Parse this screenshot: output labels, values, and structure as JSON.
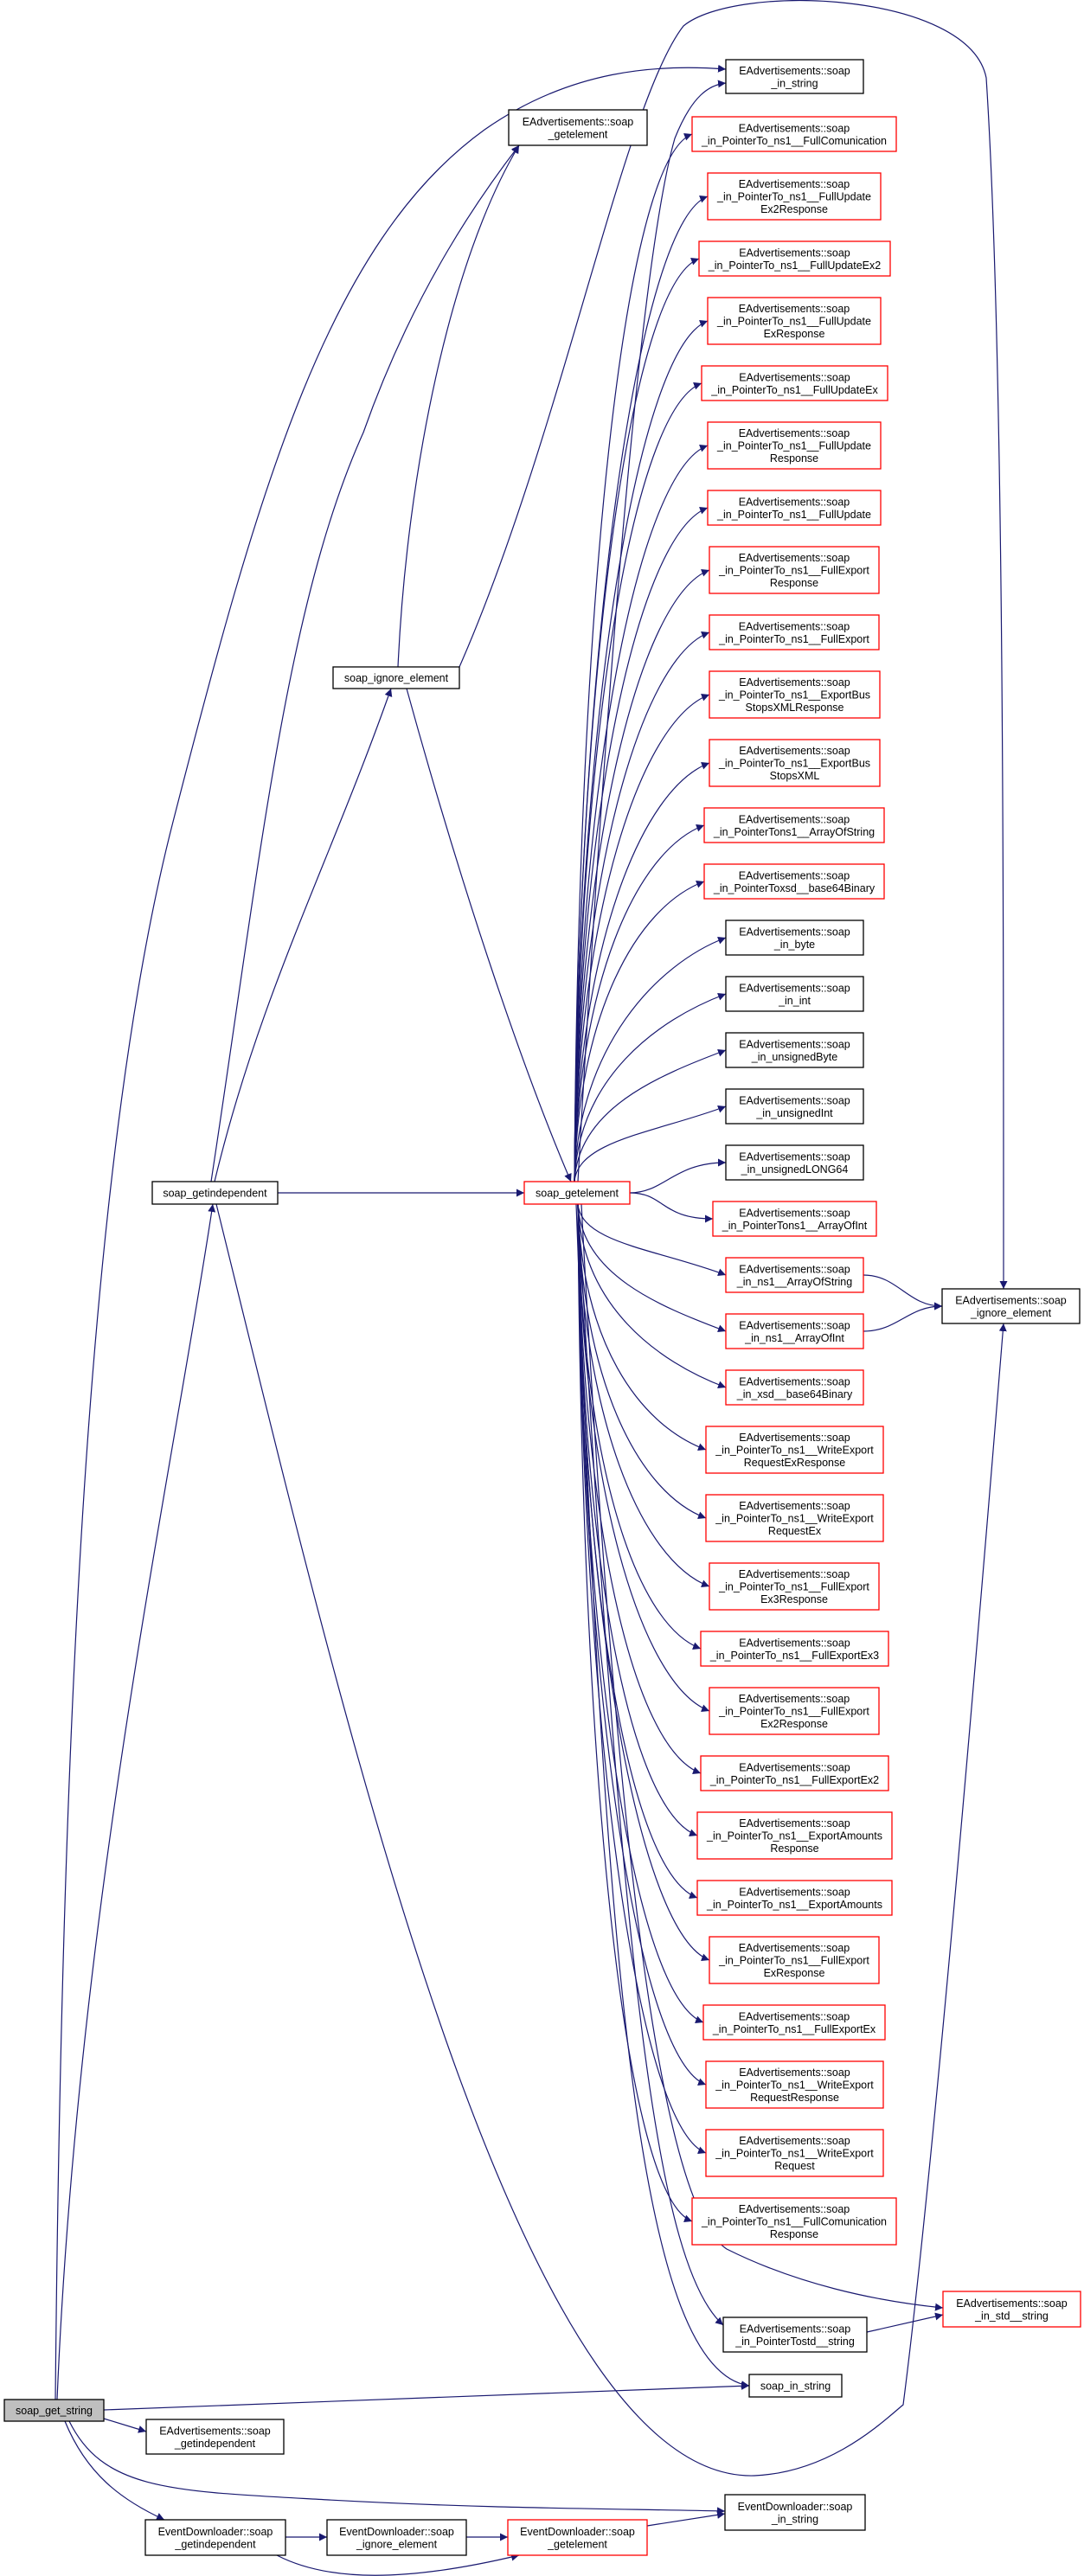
{
  "title": "soap_get_string call graph",
  "colors": {
    "edge": "#191970",
    "node_border": "#000000",
    "truncated_border": "#ff0000",
    "root_fill": "#bfbfbf"
  },
  "nodes": [
    {
      "id": "get_string",
      "lines": [
        "soap_get_string"
      ],
      "style": "root"
    },
    {
      "id": "getindependent",
      "lines": [
        "soap_getindependent"
      ],
      "style": "normal"
    },
    {
      "id": "getelement",
      "lines": [
        "soap_getelement"
      ],
      "style": "truncated"
    },
    {
      "id": "ignore_element",
      "lines": [
        "soap_ignore_element"
      ],
      "style": "normal"
    },
    {
      "id": "ea_getelement",
      "lines": [
        "EAdvertisements::soap",
        "_getelement"
      ],
      "style": "normal"
    },
    {
      "id": "ea_in_string",
      "lines": [
        "EAdvertisements::soap",
        "_in_string"
      ],
      "style": "normal"
    },
    {
      "id": "ea_ignore_element",
      "lines": [
        "EAdvertisements::soap",
        "_ignore_element"
      ],
      "style": "normal"
    },
    {
      "id": "m1",
      "lines": [
        "EAdvertisements::soap",
        "_in_PointerTo_ns1__FullComunication"
      ],
      "style": "truncated"
    },
    {
      "id": "m2",
      "lines": [
        "EAdvertisements::soap",
        "_in_PointerTo_ns1__FullUpdate",
        "Ex2Response"
      ],
      "style": "truncated"
    },
    {
      "id": "m3",
      "lines": [
        "EAdvertisements::soap",
        "_in_PointerTo_ns1__FullUpdateEx2"
      ],
      "style": "truncated"
    },
    {
      "id": "m4",
      "lines": [
        "EAdvertisements::soap",
        "_in_PointerTo_ns1__FullUpdate",
        "ExResponse"
      ],
      "style": "truncated"
    },
    {
      "id": "m5",
      "lines": [
        "EAdvertisements::soap",
        "_in_PointerTo_ns1__FullUpdateEx"
      ],
      "style": "truncated"
    },
    {
      "id": "m6",
      "lines": [
        "EAdvertisements::soap",
        "_in_PointerTo_ns1__FullUpdate",
        "Response"
      ],
      "style": "truncated"
    },
    {
      "id": "m7",
      "lines": [
        "EAdvertisements::soap",
        "_in_PointerTo_ns1__FullUpdate"
      ],
      "style": "truncated"
    },
    {
      "id": "m8",
      "lines": [
        "EAdvertisements::soap",
        "_in_PointerTo_ns1__FullExport",
        "Response"
      ],
      "style": "truncated"
    },
    {
      "id": "m9",
      "lines": [
        "EAdvertisements::soap",
        "_in_PointerTo_ns1__FullExport"
      ],
      "style": "truncated"
    },
    {
      "id": "m10",
      "lines": [
        "EAdvertisements::soap",
        "_in_PointerTo_ns1__ExportBus",
        "StopsXMLResponse"
      ],
      "style": "truncated"
    },
    {
      "id": "m11",
      "lines": [
        "EAdvertisements::soap",
        "_in_PointerTo_ns1__ExportBus",
        "StopsXML"
      ],
      "style": "truncated"
    },
    {
      "id": "m12",
      "lines": [
        "EAdvertisements::soap",
        "_in_PointerTons1__ArrayOfString"
      ],
      "style": "truncated"
    },
    {
      "id": "m13",
      "lines": [
        "EAdvertisements::soap",
        "_in_PointerToxsd__base64Binary"
      ],
      "style": "truncated"
    },
    {
      "id": "m14",
      "lines": [
        "EAdvertisements::soap",
        "_in_byte"
      ],
      "style": "normal"
    },
    {
      "id": "m15",
      "lines": [
        "EAdvertisements::soap",
        "_in_int"
      ],
      "style": "normal"
    },
    {
      "id": "m16",
      "lines": [
        "EAdvertisements::soap",
        "_in_unsignedByte"
      ],
      "style": "normal"
    },
    {
      "id": "m17",
      "lines": [
        "EAdvertisements::soap",
        "_in_unsignedInt"
      ],
      "style": "normal"
    },
    {
      "id": "m18",
      "lines": [
        "EAdvertisements::soap",
        "_in_unsignedLONG64"
      ],
      "style": "normal"
    },
    {
      "id": "m19",
      "lines": [
        "EAdvertisements::soap",
        "_in_PointerTons1__ArrayOfInt"
      ],
      "style": "truncated"
    },
    {
      "id": "m20",
      "lines": [
        "EAdvertisements::soap",
        "_in_ns1__ArrayOfString"
      ],
      "style": "truncated"
    },
    {
      "id": "m21",
      "lines": [
        "EAdvertisements::soap",
        "_in_ns1__ArrayOfInt"
      ],
      "style": "truncated"
    },
    {
      "id": "m22",
      "lines": [
        "EAdvertisements::soap",
        "_in_xsd__base64Binary"
      ],
      "style": "truncated"
    },
    {
      "id": "m23",
      "lines": [
        "EAdvertisements::soap",
        "_in_PointerTo_ns1__WriteExport",
        "RequestExResponse"
      ],
      "style": "truncated"
    },
    {
      "id": "m24",
      "lines": [
        "EAdvertisements::soap",
        "_in_PointerTo_ns1__WriteExport",
        "RequestEx"
      ],
      "style": "truncated"
    },
    {
      "id": "m25",
      "lines": [
        "EAdvertisements::soap",
        "_in_PointerTo_ns1__FullExport",
        "Ex3Response"
      ],
      "style": "truncated"
    },
    {
      "id": "m26",
      "lines": [
        "EAdvertisements::soap",
        "_in_PointerTo_ns1__FullExportEx3"
      ],
      "style": "truncated"
    },
    {
      "id": "m27",
      "lines": [
        "EAdvertisements::soap",
        "_in_PointerTo_ns1__FullExport",
        "Ex2Response"
      ],
      "style": "truncated"
    },
    {
      "id": "m28",
      "lines": [
        "EAdvertisements::soap",
        "_in_PointerTo_ns1__FullExportEx2"
      ],
      "style": "truncated"
    },
    {
      "id": "m29",
      "lines": [
        "EAdvertisements::soap",
        "_in_PointerTo_ns1__ExportAmounts",
        "Response"
      ],
      "style": "truncated"
    },
    {
      "id": "m30",
      "lines": [
        "EAdvertisements::soap",
        "_in_PointerTo_ns1__ExportAmounts"
      ],
      "style": "truncated"
    },
    {
      "id": "m31",
      "lines": [
        "EAdvertisements::soap",
        "_in_PointerTo_ns1__FullExport",
        "ExResponse"
      ],
      "style": "truncated"
    },
    {
      "id": "m32",
      "lines": [
        "EAdvertisements::soap",
        "_in_PointerTo_ns1__FullExportEx"
      ],
      "style": "truncated"
    },
    {
      "id": "m33",
      "lines": [
        "EAdvertisements::soap",
        "_in_PointerTo_ns1__WriteExport",
        "RequestResponse"
      ],
      "style": "truncated"
    },
    {
      "id": "m34",
      "lines": [
        "EAdvertisements::soap",
        "_in_PointerTo_ns1__WriteExport",
        "Request"
      ],
      "style": "truncated"
    },
    {
      "id": "m35",
      "lines": [
        "EAdvertisements::soap",
        "_in_PointerTo_ns1__FullComunication",
        "Response"
      ],
      "style": "truncated"
    },
    {
      "id": "in_std_string",
      "lines": [
        "EAdvertisements::soap",
        "_in_std__string"
      ],
      "style": "truncated"
    },
    {
      "id": "pointer_std_string",
      "lines": [
        "EAdvertisements::soap",
        "_in_PointerTostd__string"
      ],
      "style": "normal"
    },
    {
      "id": "soap_in_string",
      "lines": [
        "soap_in_string"
      ],
      "style": "normal"
    },
    {
      "id": "ea_getindependent",
      "lines": [
        "EAdvertisements::soap",
        "_getindependent"
      ],
      "style": "normal"
    },
    {
      "id": "ed_in_string",
      "lines": [
        "EventDownloader::soap",
        "_in_string"
      ],
      "style": "normal"
    },
    {
      "id": "ed_getindependent",
      "lines": [
        "EventDownloader::soap",
        "_getindependent"
      ],
      "style": "normal"
    },
    {
      "id": "ed_ignore_element",
      "lines": [
        "EventDownloader::soap",
        "_ignore_element"
      ],
      "style": "normal"
    },
    {
      "id": "ed_getelement",
      "lines": [
        "EventDownloader::soap",
        "_getelement"
      ],
      "style": "truncated"
    }
  ],
  "edges": [
    [
      "get_string",
      "getindependent"
    ],
    [
      "get_string",
      "ea_in_string"
    ],
    [
      "get_string",
      "soap_in_string"
    ],
    [
      "get_string",
      "ea_getindependent"
    ],
    [
      "get_string",
      "ed_getindependent"
    ],
    [
      "get_string",
      "ed_in_string"
    ],
    [
      "getindependent",
      "ignore_element"
    ],
    [
      "getindependent",
      "getelement"
    ],
    [
      "getindependent",
      "ea_getelement"
    ],
    [
      "getindependent",
      "ea_ignore_element"
    ],
    [
      "ignore_element",
      "ea_getelement"
    ],
    [
      "ignore_element",
      "getelement"
    ],
    [
      "ignore_element",
      "ea_ignore_element"
    ],
    [
      "getelement",
      "ea_in_string"
    ],
    [
      "getelement",
      "m1"
    ],
    [
      "getelement",
      "m2"
    ],
    [
      "getelement",
      "m3"
    ],
    [
      "getelement",
      "m4"
    ],
    [
      "getelement",
      "m5"
    ],
    [
      "getelement",
      "m6"
    ],
    [
      "getelement",
      "m7"
    ],
    [
      "getelement",
      "m8"
    ],
    [
      "getelement",
      "m9"
    ],
    [
      "getelement",
      "m10"
    ],
    [
      "getelement",
      "m11"
    ],
    [
      "getelement",
      "m12"
    ],
    [
      "getelement",
      "m13"
    ],
    [
      "getelement",
      "m14"
    ],
    [
      "getelement",
      "m15"
    ],
    [
      "getelement",
      "m16"
    ],
    [
      "getelement",
      "m17"
    ],
    [
      "getelement",
      "m18"
    ],
    [
      "getelement",
      "m19"
    ],
    [
      "getelement",
      "m20"
    ],
    [
      "getelement",
      "m21"
    ],
    [
      "getelement",
      "m22"
    ],
    [
      "getelement",
      "m23"
    ],
    [
      "getelement",
      "m24"
    ],
    [
      "getelement",
      "m25"
    ],
    [
      "getelement",
      "m26"
    ],
    [
      "getelement",
      "m27"
    ],
    [
      "getelement",
      "m28"
    ],
    [
      "getelement",
      "m29"
    ],
    [
      "getelement",
      "m30"
    ],
    [
      "getelement",
      "m31"
    ],
    [
      "getelement",
      "m32"
    ],
    [
      "getelement",
      "m33"
    ],
    [
      "getelement",
      "m34"
    ],
    [
      "getelement",
      "m35"
    ],
    [
      "getelement",
      "in_std_string"
    ],
    [
      "getelement",
      "pointer_std_string"
    ],
    [
      "getelement",
      "soap_in_string"
    ],
    [
      "m20",
      "ea_ignore_element"
    ],
    [
      "m21",
      "ea_ignore_element"
    ],
    [
      "pointer_std_string",
      "in_std_string"
    ],
    [
      "ed_getindependent",
      "ed_ignore_element"
    ],
    [
      "ed_getindependent",
      "ed_getelement"
    ],
    [
      "ed_ignore_element",
      "ed_getelement"
    ],
    [
      "ed_getelement",
      "ed_in_string"
    ]
  ]
}
